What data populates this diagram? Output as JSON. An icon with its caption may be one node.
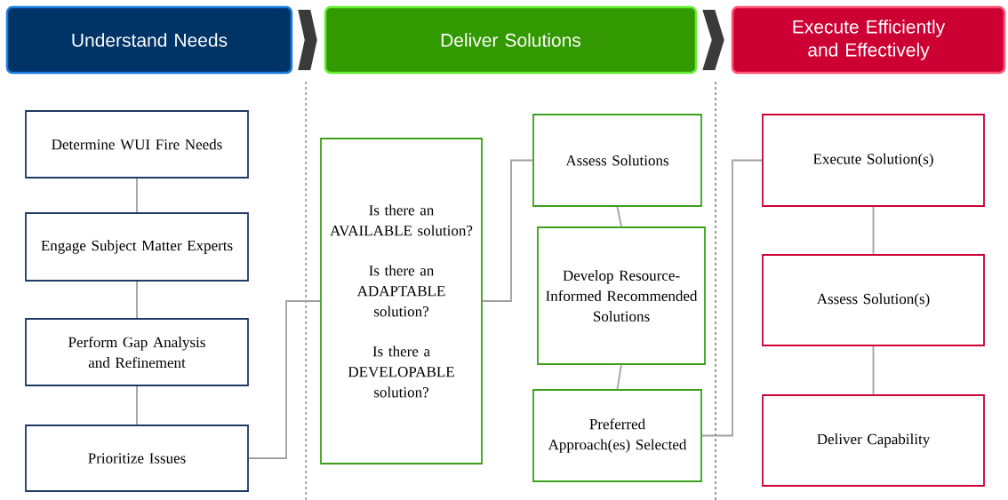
{
  "diagram": {
    "nodes": [
      {
        "text": [
          "Understand Needs"
        ]
      },
      {
        "text": [
          "Deliver Solutions"
        ]
      },
      {
        "text": [
          "Execute Efficiently and Effectively"
        ]
      },
      {
        "text": [
          "Determine WUI Fire Needs"
        ]
      },
      {
        "text": [
          "Engage Subject Matter Experts"
        ]
      },
      {
        "text": [
          "Perform Gap Analysis and Refinement"
        ]
      },
      {
        "text": [
          "Prioritize Issues"
        ]
      },
      {
        "text": [
          "Is there an AVAILABLE solution?",
          "Is there an ADAPTABLE solution?",
          "Is there a DEVELOPABLE solution?"
        ]
      },
      {
        "text": [
          "Assess Solutions"
        ]
      },
      {
        "text": [
          "Develop Resource-Informed Recommended Solutions"
        ]
      },
      {
        "text": [
          "Preferred Approach(es) Selected"
        ]
      },
      {
        "text": [
          "Execute Solution(s)"
        ]
      },
      {
        "text": [
          "Assess Solution(s)"
        ]
      },
      {
        "text": [
          "Deliver Capability"
        ]
      }
    ],
    "edges": [
      {
        "from": 0,
        "to": 1,
        "arrow": "to"
      },
      {
        "from": 1,
        "to": 2,
        "arrow": "to"
      },
      {
        "from": 3,
        "to": 4,
        "arrow": "none"
      },
      {
        "from": 4,
        "to": 5,
        "arrow": "none"
      },
      {
        "from": 5,
        "to": 6,
        "arrow": "none"
      },
      {
        "from": 6,
        "to": 7,
        "arrow": "none"
      },
      {
        "from": 7,
        "to": 8,
        "arrow": "none"
      },
      {
        "from": 8,
        "to": 9,
        "arrow": "none"
      },
      {
        "from": 9,
        "to": 10,
        "arrow": "none"
      },
      {
        "from": 10,
        "to": 11,
        "arrow": "none"
      },
      {
        "from": 11,
        "to": 12,
        "arrow": "none"
      },
      {
        "from": 12,
        "to": 13,
        "arrow": "none"
      }
    ]
  }
}
